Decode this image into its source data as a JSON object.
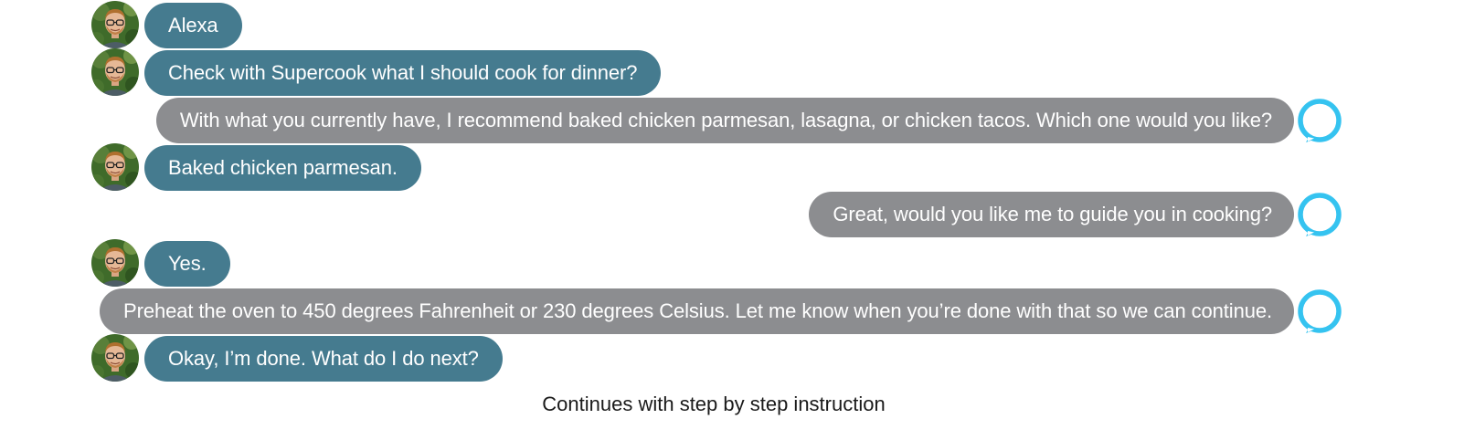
{
  "colors": {
    "user_bubble": "#457b8f",
    "alexa_bubble": "#8c8d90",
    "alexa_ring": "#35c3f0"
  },
  "icons": {
    "user": "user-avatar-photo",
    "alexa": "alexa-logo-ring"
  },
  "conversation": [
    {
      "speaker": "user",
      "text": "Alexa"
    },
    {
      "speaker": "user",
      "text": "Check with Supercook what I should cook for dinner?"
    },
    {
      "speaker": "alexa",
      "text": "With what you currently have, I recommend baked chicken parmesan, lasagna, or chicken tacos. Which one would you like?"
    },
    {
      "speaker": "user",
      "text": "Baked chicken parmesan."
    },
    {
      "speaker": "alexa",
      "text": "Great, would you like me to guide you in cooking?"
    },
    {
      "speaker": "user",
      "text": "Yes."
    },
    {
      "speaker": "alexa",
      "text": "Preheat the oven to 450 degrees Fahrenheit or 230 degrees Celsius. Let me know when you’re done with that so we can continue."
    },
    {
      "speaker": "user",
      "text": "Okay, I’m done. What do I do next?"
    }
  ],
  "caption": "Continues with step by step instruction"
}
